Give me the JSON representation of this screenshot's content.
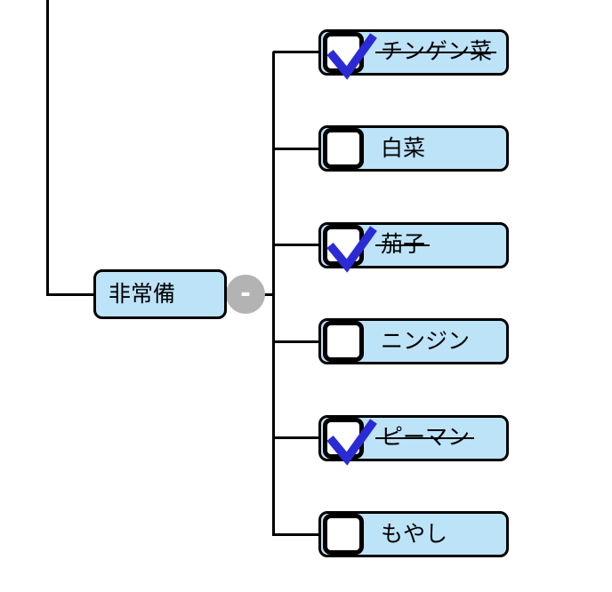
{
  "mindmap": {
    "parent_node": {
      "label": "非常備"
    },
    "fold_toggle": {
      "label": "-"
    },
    "children": [
      {
        "label": "チンゲン菜",
        "checked": true
      },
      {
        "label": "白菜",
        "checked": false
      },
      {
        "label": "茄子",
        "checked": true
      },
      {
        "label": "ニンジン",
        "checked": false
      },
      {
        "label": "ピーマン",
        "checked": true
      },
      {
        "label": "もやし",
        "checked": false
      }
    ],
    "colors": {
      "node_fill": "#BDE3F8",
      "node_border": "#000000",
      "edge": "#000000",
      "check": "#2B2BD6",
      "fold_circle": "#B3B3B3",
      "fold_minus": "#FFFFFF",
      "text": "#000000"
    }
  }
}
